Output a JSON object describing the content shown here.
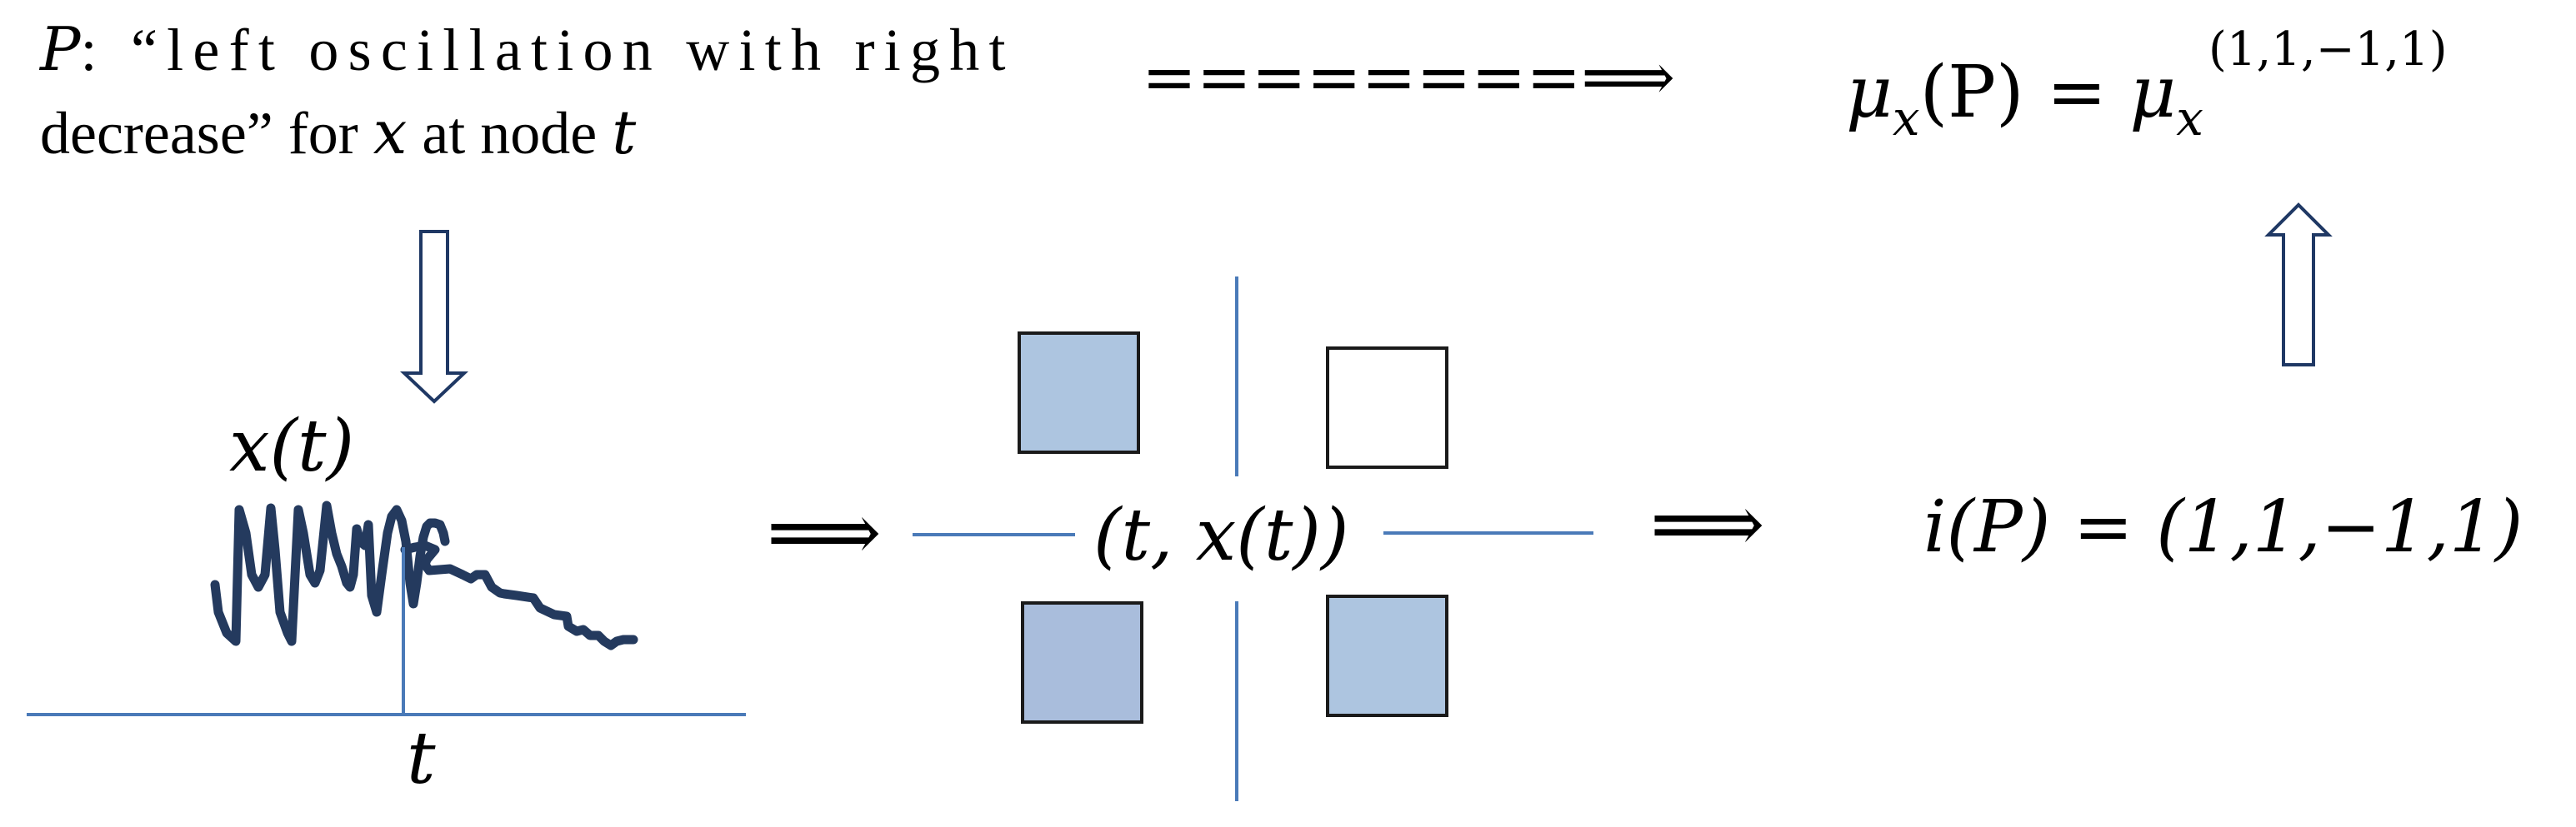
{
  "caption": {
    "p_symbol": "P",
    "line1_rest": ": “left oscillation with right",
    "line2_start": "decrease” for ",
    "line2_var": "x",
    "line2_mid": " at node ",
    "line2_node": "t"
  },
  "top_arrow": "========⟹",
  "mu_formula": {
    "mu": "μ",
    "sub": "x",
    "arg": "(P) = ",
    "rhs_mu": "μ",
    "rhs_sub": "x",
    "rhs_sup": "(1,1,−1,1)"
  },
  "series_label": "x(t)",
  "axis_label": "t",
  "center_label": "(t, x(t))",
  "arrow_1": "⟹",
  "arrow_2": "⟹",
  "index_formula": "i(P) = (1,1,−1,1)",
  "colors": {
    "axis_blue": "#4a7ab8",
    "curve": "#243a5e",
    "quadrant_light": "#adc5e0",
    "quadrant_mid": "#a9bddc",
    "arrow_stroke": "#1f3864"
  },
  "quadrants": {
    "top_left": "filled",
    "top_right": "empty",
    "bottom_left": "filled",
    "bottom_right": "filled"
  }
}
